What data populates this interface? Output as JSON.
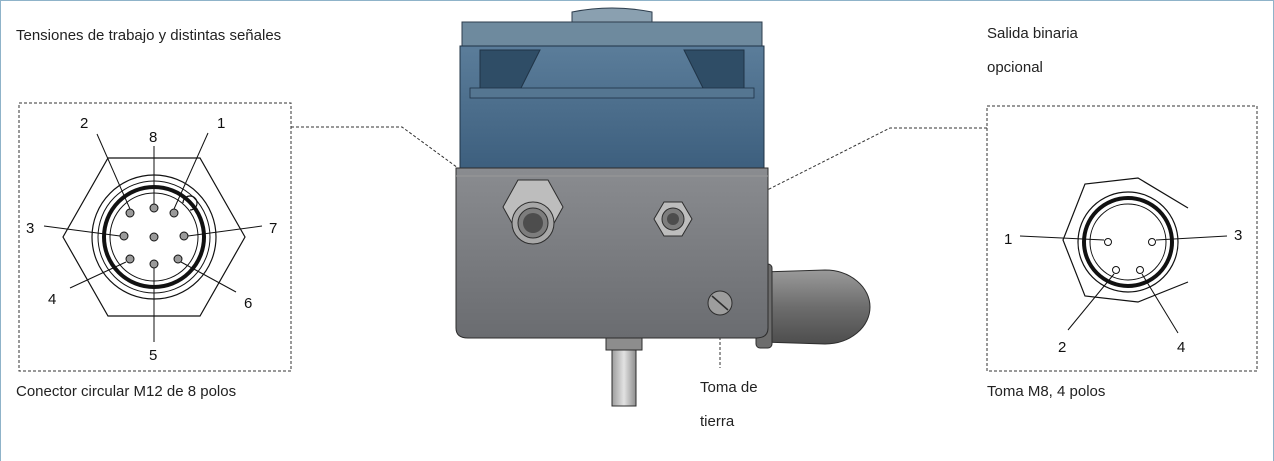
{
  "left_section": {
    "title": "Tensiones de trabajo y distintas señales",
    "caption": "Conector circular M12 de 8 polos",
    "pins": [
      "1",
      "2",
      "3",
      "4",
      "5",
      "6",
      "7",
      "8"
    ]
  },
  "right_section": {
    "title_line1": "Salida binaria",
    "title_line2": "opcional",
    "caption": "Toma M8, 4 polos",
    "pins": [
      "1",
      "2",
      "3",
      "4"
    ]
  },
  "ground": {
    "line1": "Toma de",
    "line2": "tierra"
  },
  "colors": {
    "frame": "#8fb3c9",
    "housing_top": "#4a6d8c",
    "housing_bottom": "#7a7c80",
    "connector": "#c8c8c8"
  },
  "icons": [
    "device-housing-drawing",
    "m12-connector-icon",
    "m8-connector-icon"
  ]
}
